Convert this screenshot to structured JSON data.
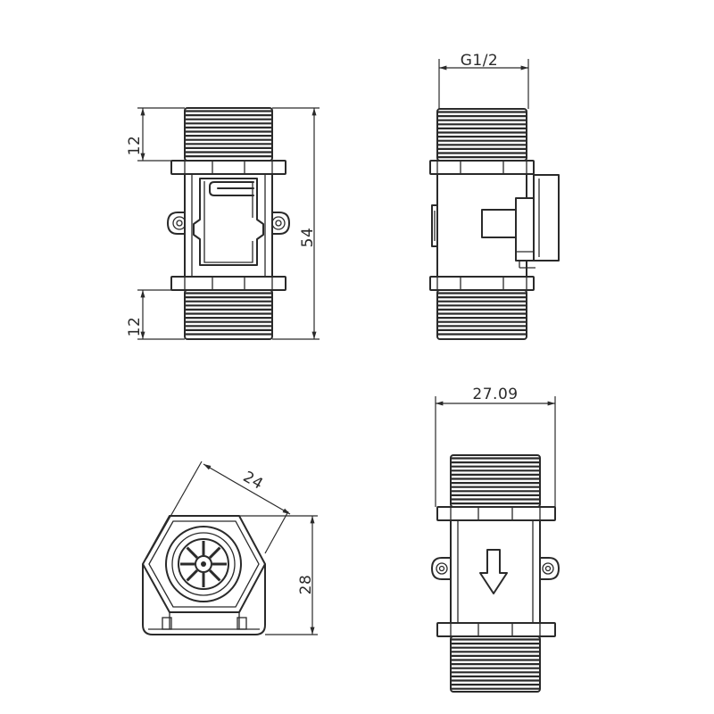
{
  "drawing": {
    "front_view": {
      "top_thread_length": "12",
      "overall_length": "54",
      "bottom_thread_length": "12"
    },
    "side_view": {
      "thread_size": "G1/2"
    },
    "end_view": {
      "hex_across_flats": "24",
      "height": "28"
    },
    "rear_view": {
      "overall_width": "27.09"
    }
  },
  "icons": {
    "flow_direction": "arrow-down-icon"
  },
  "colors": {
    "line": "#2a2a2a",
    "background": "#ffffff"
  }
}
